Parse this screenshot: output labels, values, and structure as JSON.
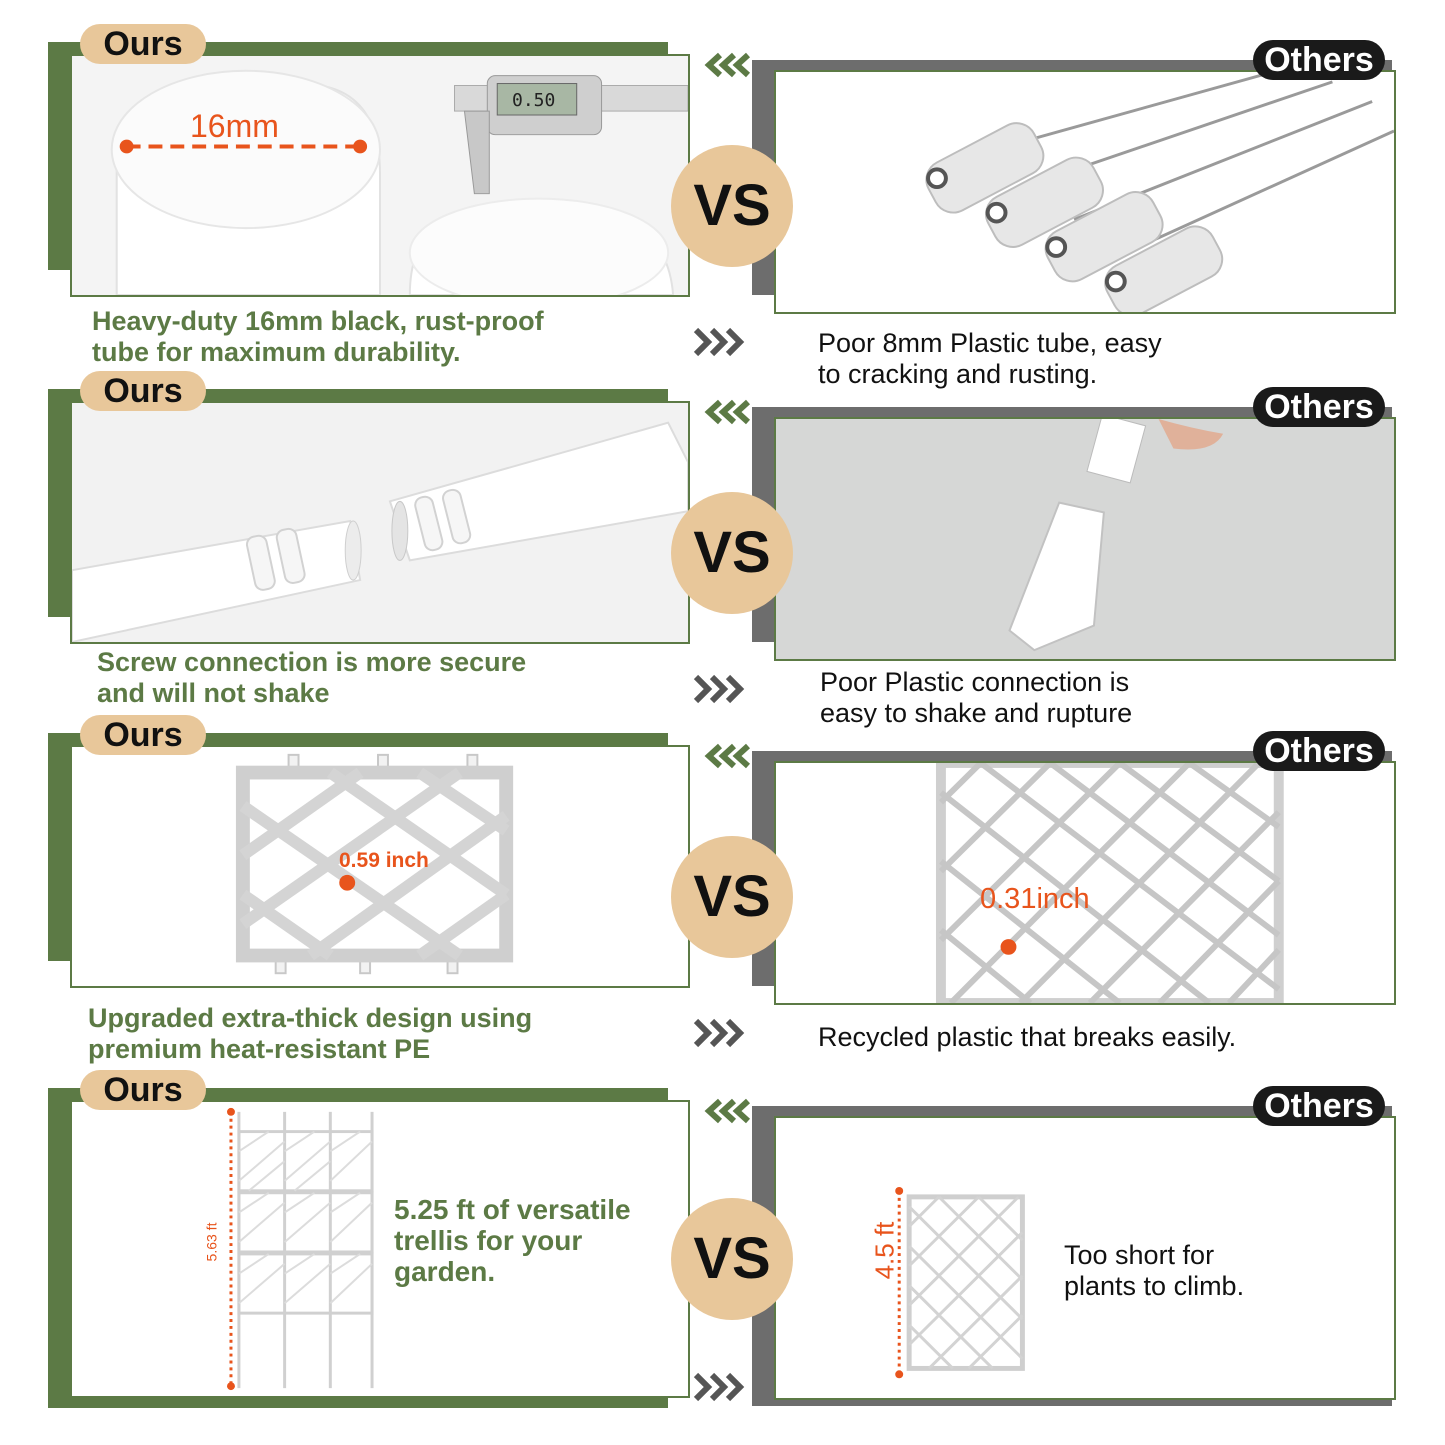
{
  "labels": {
    "ours": "Ours",
    "others": "Others",
    "vs": "VS"
  },
  "colors": {
    "green": "#5c7a45",
    "tan": "#e8c79a",
    "gray": "#6d6d6d",
    "orange": "#e8541c"
  },
  "rows": [
    {
      "ours_caption": [
        "Heavy-duty 16mm black, rust-proof",
        "tube for maximum durability."
      ],
      "others_caption": [
        "Poor 8mm Plastic tube, easy",
        "to cracking and rusting."
      ],
      "ours_measure": "16mm",
      "caliper_reading": "0.50"
    },
    {
      "ours_caption": [
        "Screw connection is more secure",
        "and will not shake"
      ],
      "others_caption": [
        "Poor Plastic connection is",
        "easy to shake and rupture"
      ]
    },
    {
      "ours_caption": [
        "Upgraded extra-thick design using",
        "premium heat-resistant PE"
      ],
      "others_caption": [
        "Recycled plastic that breaks easily."
      ],
      "ours_measure": "0.59 inch",
      "others_measure": "0.31inch"
    },
    {
      "ours_caption": [
        "5.25 ft of versatile",
        "trellis for your",
        "garden."
      ],
      "others_caption": [
        "Too short for",
        "plants to climb."
      ],
      "ours_measure": "5.63 ft",
      "others_measure": "4.5 ft"
    }
  ]
}
